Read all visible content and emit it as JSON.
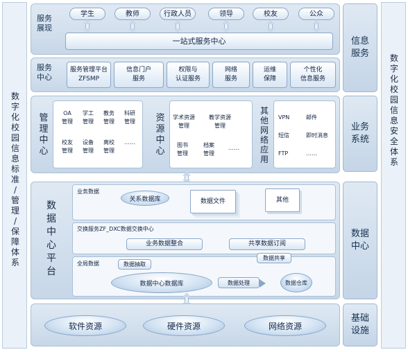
{
  "left_side": {
    "text": "数字化校园信息标准/管理/保障体系"
  },
  "right_side": {
    "text": "数字化校园信息安全体系"
  },
  "right_labels": {
    "info": "信息服务",
    "business": "业务系统",
    "data": "数据中心",
    "infra": "基础设施"
  },
  "service_display": {
    "title": "服务展现",
    "users": [
      "学生",
      "教师",
      "行政人员",
      "领导",
      "校友",
      "公众"
    ],
    "one_stop": "一站式服务中心"
  },
  "service_center": {
    "title": "服务中心",
    "items": [
      [
        "服务管理平台",
        "ZFSMP"
      ],
      [
        "信息门户",
        "服务"
      ],
      [
        "权限与",
        "认证服务"
      ],
      [
        "网络",
        "服务"
      ],
      [
        "运维",
        "保障"
      ],
      [
        "个性化",
        "信息服务"
      ]
    ]
  },
  "management": {
    "title": "管理中心",
    "items": [
      [
        "OA",
        "管理"
      ],
      [
        "学工",
        "管理"
      ],
      [
        "教务",
        "管理"
      ],
      [
        "科研",
        "管理"
      ],
      [
        "校友",
        "管理"
      ],
      [
        "设备",
        "管理"
      ],
      [
        "离校",
        "管理"
      ],
      [
        "……",
        ""
      ]
    ]
  },
  "resource": {
    "title": "资源中心",
    "items": [
      [
        "学术资源",
        "管理"
      ],
      [
        "教学资源",
        "管理"
      ],
      [
        "图书",
        "管理"
      ],
      [
        "档案",
        "管理"
      ],
      [
        "……",
        ""
      ]
    ]
  },
  "other_apps": {
    "title": "其他网络应用",
    "items": [
      "VPN",
      "邮件",
      "短信",
      "即时消息",
      "FTP",
      "……"
    ]
  },
  "data_platform": {
    "title": "数据中心平台",
    "business_data_label": "业务数据",
    "relational_db": "关系数据库",
    "data_files": "数据文件",
    "other": "其他",
    "exchange_label": "交换服务ZF_DXC数据交换中心",
    "integration": "业务数据整合",
    "subscription": "共享数据订阅",
    "global_label": "全局数据",
    "extract": "数据抽取",
    "share": "数据共享",
    "center_db": "数据中心数据库",
    "processing": "数据处理",
    "warehouse": "数据仓库"
  },
  "infrastructure": {
    "items": [
      "软件资源",
      "硬件资源",
      "网络资源"
    ]
  }
}
